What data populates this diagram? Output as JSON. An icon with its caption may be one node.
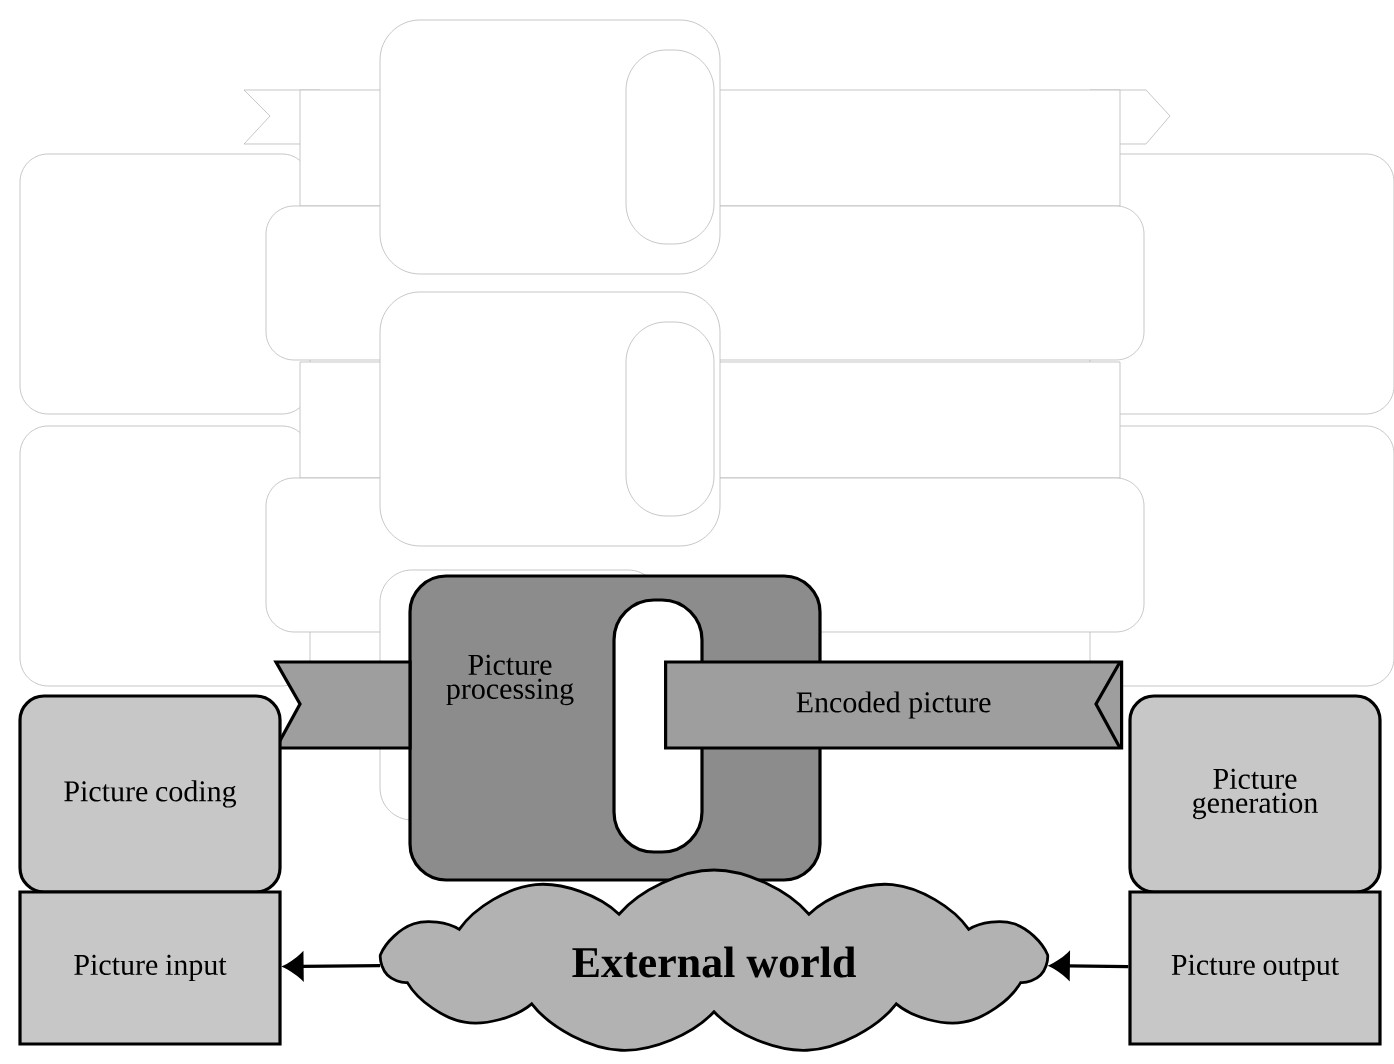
{
  "diagram": {
    "nodes": [
      {
        "text": [
          "Picture coding"
        ]
      },
      {
        "text": [
          "Picture input"
        ]
      },
      {
        "text": [
          "Picture processing"
        ]
      },
      {
        "text": [
          "Encoded picture"
        ]
      },
      {
        "text": [
          "Picture generation"
        ]
      },
      {
        "text": [
          "Picture output"
        ]
      },
      {
        "text": [
          "External world"
        ]
      }
    ],
    "edges": [
      {
        "from": 6,
        "to": 1,
        "arrow": "to"
      },
      {
        "from": 5,
        "to": 6,
        "arrow": "to"
      }
    ]
  }
}
